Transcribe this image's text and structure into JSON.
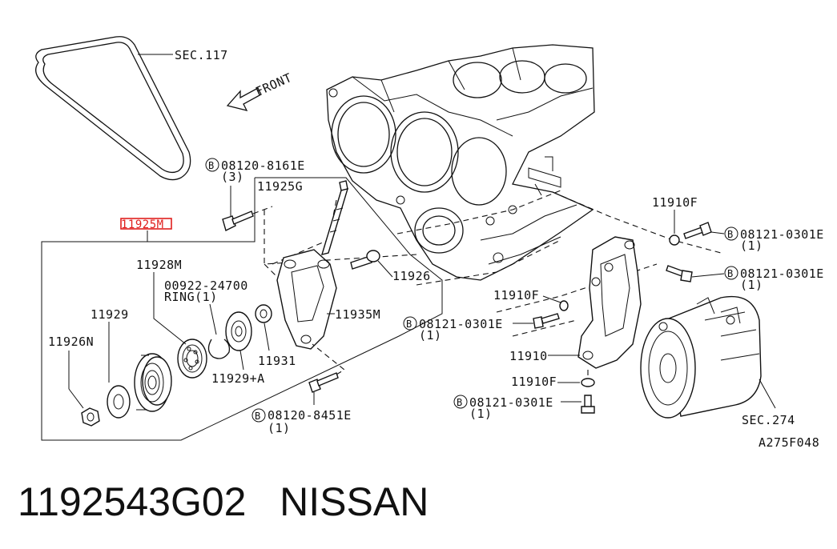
{
  "labels": {
    "sec117": "SEC.117",
    "front": "FRONT",
    "b_08120_8161e": "08120-8161E",
    "qty_3": "(3)",
    "p11925g": "11925G",
    "p11925m": "11925M",
    "p11928m": "11928M",
    "p00922_24700": "00922-24700",
    "ring_1": "RING(1)",
    "p11929": "11929",
    "p11926n": "11926N",
    "p11926": "11926",
    "p11935m": "11935M",
    "p11931": "11931",
    "p11929a": "11929+A",
    "b_08120_8451e": "08120-8451E",
    "qty_1_a": "(1)",
    "p11910f_top": "11910F",
    "b_08121_0301e_1": "08121-0301E",
    "qty_1_b": "(1)",
    "b_08121_0301e_2": "08121-0301E",
    "qty_1_c": "(1)",
    "p11910f_mid": "11910F",
    "b_08121_0301e_3": "08121-0301E",
    "qty_1_d": "(1)",
    "p11910": "11910",
    "p11910f_low": "11910F",
    "b_08121_0301e_4": "08121-0301E",
    "qty_1_e": "(1)",
    "sec274": "SEC.274",
    "figure_id": "A275F048",
    "bolt_marker": "B"
  },
  "caption": {
    "part_number": "1192543G02",
    "brand": "NISSAN"
  },
  "colors": {
    "highlight": "#e0201e",
    "ink": "#111111"
  }
}
